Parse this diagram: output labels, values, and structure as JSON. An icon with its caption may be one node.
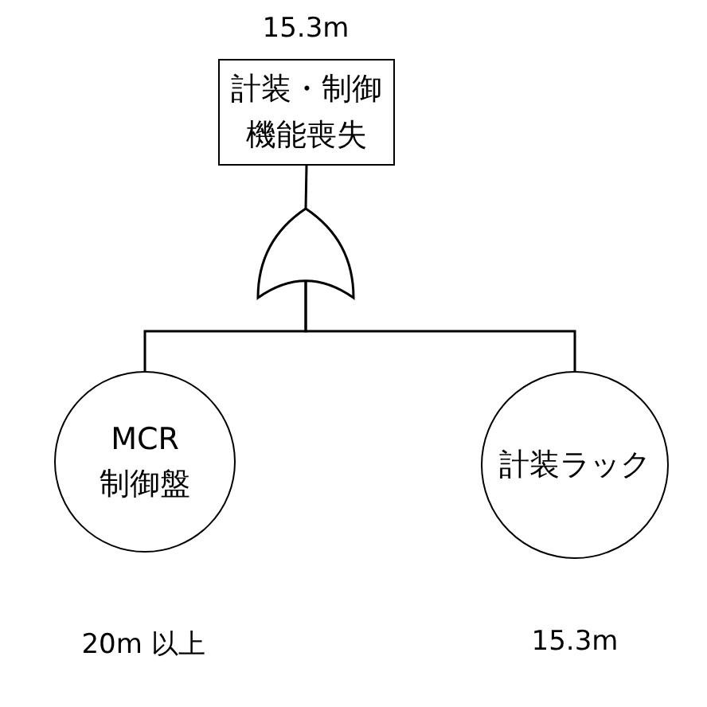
{
  "diagram": {
    "nodes": [
      {
        "text": [
          "計装・制御機能喪失"
        ],
        "beside": [
          "15.3m"
        ]
      },
      {
        "text": [],
        "shape": "gate"
      },
      {
        "text": [
          "MCR",
          "制御盤"
        ],
        "beside": [
          "20m 以上"
        ]
      },
      {
        "text": [
          "計装ラック"
        ],
        "beside": [
          "15.3m"
        ]
      }
    ],
    "edges": [
      {
        "from": 1,
        "to": 0,
        "arrow": "none"
      },
      {
        "from": 2,
        "to": 1,
        "arrow": "none"
      },
      {
        "from": 3,
        "to": 1,
        "arrow": "none"
      }
    ]
  }
}
